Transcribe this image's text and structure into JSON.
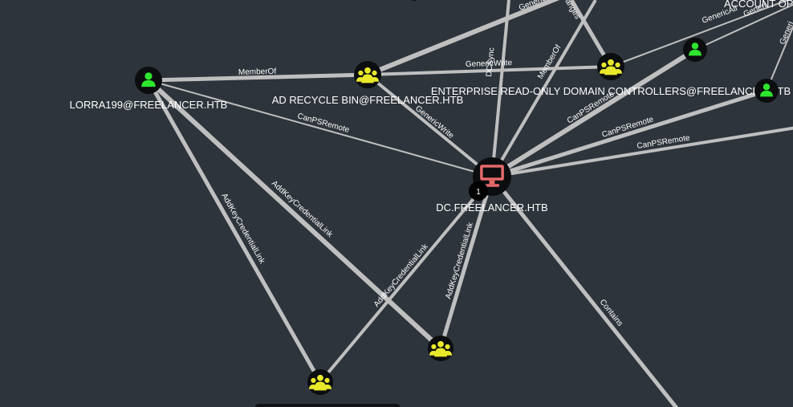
{
  "nodes": {
    "lorra": {
      "label": "LORRA199@FREELANCER.HTB",
      "type": "user",
      "icon": "user-icon"
    },
    "ad_recycle": {
      "label": "AD RECYCLE BIN@FREELANCER.HTB",
      "type": "group",
      "icon": "group-icon"
    },
    "enterprise_rodc": {
      "label": "ENTERPRISE READ-ONLY DOMAIN CONTROLLERS@FREELANCER.HTB",
      "type": "group",
      "icon": "group-icon"
    },
    "dc": {
      "label": "DC.FREELANCER.HTB",
      "type": "computer",
      "icon": "computer-icon",
      "badge": "1"
    },
    "account_op": {
      "label": "ACCOUNT OP",
      "type": "group"
    },
    "user_top_right": {
      "label": "",
      "type": "user",
      "icon": "user-icon"
    },
    "user_right_edge": {
      "label": "",
      "type": "user",
      "icon": "user-icon"
    },
    "group_bottom_left": {
      "label": "",
      "type": "group",
      "icon": "group-icon"
    },
    "group_bottom_mid": {
      "label": "",
      "type": "group",
      "icon": "group-icon"
    }
  },
  "edges": {
    "member_of_lorra": "MemberOf",
    "can_ps_remote_lorra": "CanPSRemote",
    "add_key_cred_lorra_mid": "AddKeyCredentialLink",
    "add_key_cred_lorra_bl": "AddKeyCredentialLink",
    "generic_write_recycle_enterprise": "GenericWrite",
    "generic_write_recycle_dc": "GenericWrite",
    "generic_top": "GenericW",
    "changes_top": "anges",
    "dc_sync": "DCSync",
    "member_of_dc": "MemberOf",
    "can_ps_remote_dc_1": "CanPSRemote",
    "can_ps_remote_dc_2": "CanPSRemote",
    "can_ps_remote_dc_3": "CanPSRemote",
    "generic_all_top_right": "GenericAll",
    "generic_top_right_2": "Generi",
    "generic_right_edge": "Generi",
    "add_key_cred_dc_bl": "AddKeyCredentialLink",
    "add_key_cred_dc_mid": "AddKeyCredentialLink",
    "contains_dc": "Contains"
  },
  "colors": {
    "background": "#2d343b",
    "edge": "#bfbfbf",
    "user": "#2ee62e",
    "group": "#e8e82a",
    "computer": "#e66a6a",
    "node_fill": "#0b0d0f"
  }
}
